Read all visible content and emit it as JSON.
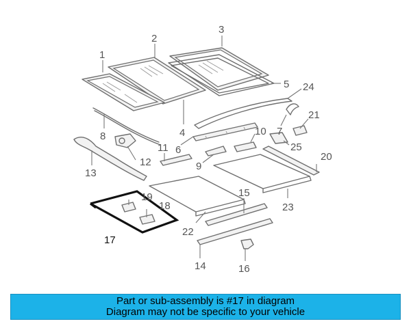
{
  "callouts": {
    "c1": "1",
    "c2": "2",
    "c3": "3",
    "c4": "4",
    "c5": "5",
    "c6": "6",
    "c7": "7",
    "c8": "8",
    "c9": "9",
    "c10": "10",
    "c11": "11",
    "c12": "12",
    "c13": "13",
    "c14": "14",
    "c15": "15",
    "c16": "16",
    "c17": "17",
    "c18": "18",
    "c19": "19",
    "c20": "20",
    "c21": "21",
    "c22": "22",
    "c23": "23",
    "c24": "24",
    "c25": "25"
  },
  "highlighted_part": "17",
  "colors": {
    "banner": "#1cb2e8",
    "highlight": "#111111",
    "line": "#6e6e6e"
  },
  "banner": {
    "line1": "Part or sub-assembly is #17 in diagram",
    "line2": "Diagram may not be specific to your vehicle"
  }
}
